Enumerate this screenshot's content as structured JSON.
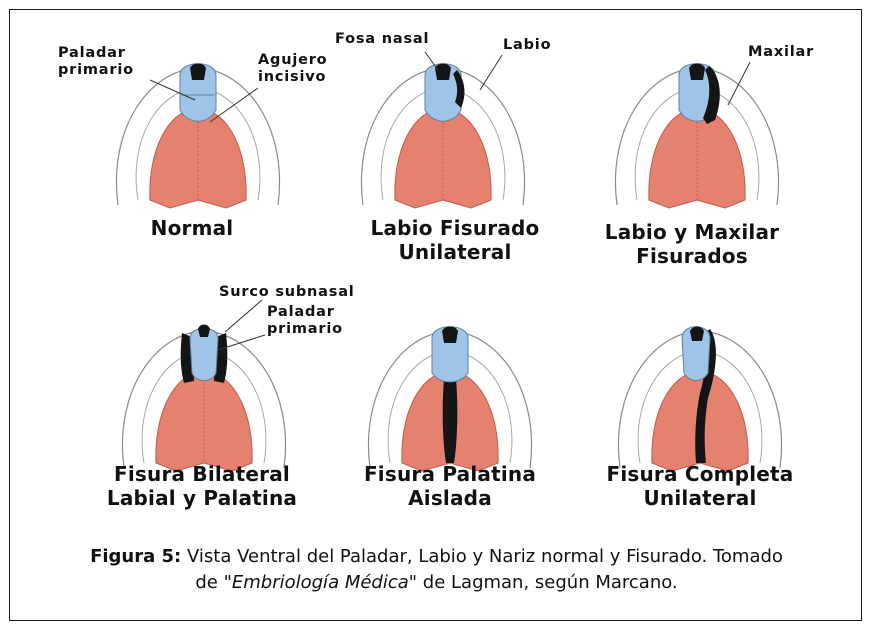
{
  "panels": [
    {
      "id": "normal",
      "label": "Normal"
    },
    {
      "id": "labio-fisurado",
      "label": "Labio Fisurado Unilateral",
      "label_lines": [
        "Labio Fisurado",
        "Unilateral"
      ]
    },
    {
      "id": "labio-maxilar",
      "label": "Labio y Maxilar Fisurados",
      "label_lines": [
        "Labio y Maxilar",
        "Fisurados"
      ]
    },
    {
      "id": "bilateral",
      "label": "Fisura Bilateral Labial y Palatina",
      "label_lines": [
        "Fisura Bilateral",
        "Labial y Palatina"
      ]
    },
    {
      "id": "palatina-aislada",
      "label": "Fisura Palatina Aislada",
      "label_lines": [
        "Fisura Palatina",
        "Aislada"
      ]
    },
    {
      "id": "completa-unilateral",
      "label": "Fisura Completa Unilateral",
      "label_lines": [
        "Fisura Completa",
        "Unilateral"
      ]
    }
  ],
  "annotations": {
    "paladar_primario_1": [
      "Paladar",
      "primario"
    ],
    "agujero_incisivo": [
      "Agujero",
      "incisivo"
    ],
    "fosa_nasal": "Fosa nasal",
    "labio": "Labio",
    "maxilar": "Maxilar",
    "surco_subnasal": "Surco subnasal",
    "paladar_primario_2": [
      "Paladar",
      "primario"
    ]
  },
  "caption": {
    "figure_label": "Figura 5:",
    "text_1": " Vista Ventral del Paladar, Labio y Nariz normal y Fisurado. Tomado",
    "text_2": "de \"",
    "book": "Embriología Médica",
    "text_3": "\" de Lagman, según Marcano."
  },
  "colors": {
    "palate": "#e5826f",
    "premaxilla": "#9ec5e8",
    "cleft": "#151515",
    "outline": "#8a8a8a"
  }
}
